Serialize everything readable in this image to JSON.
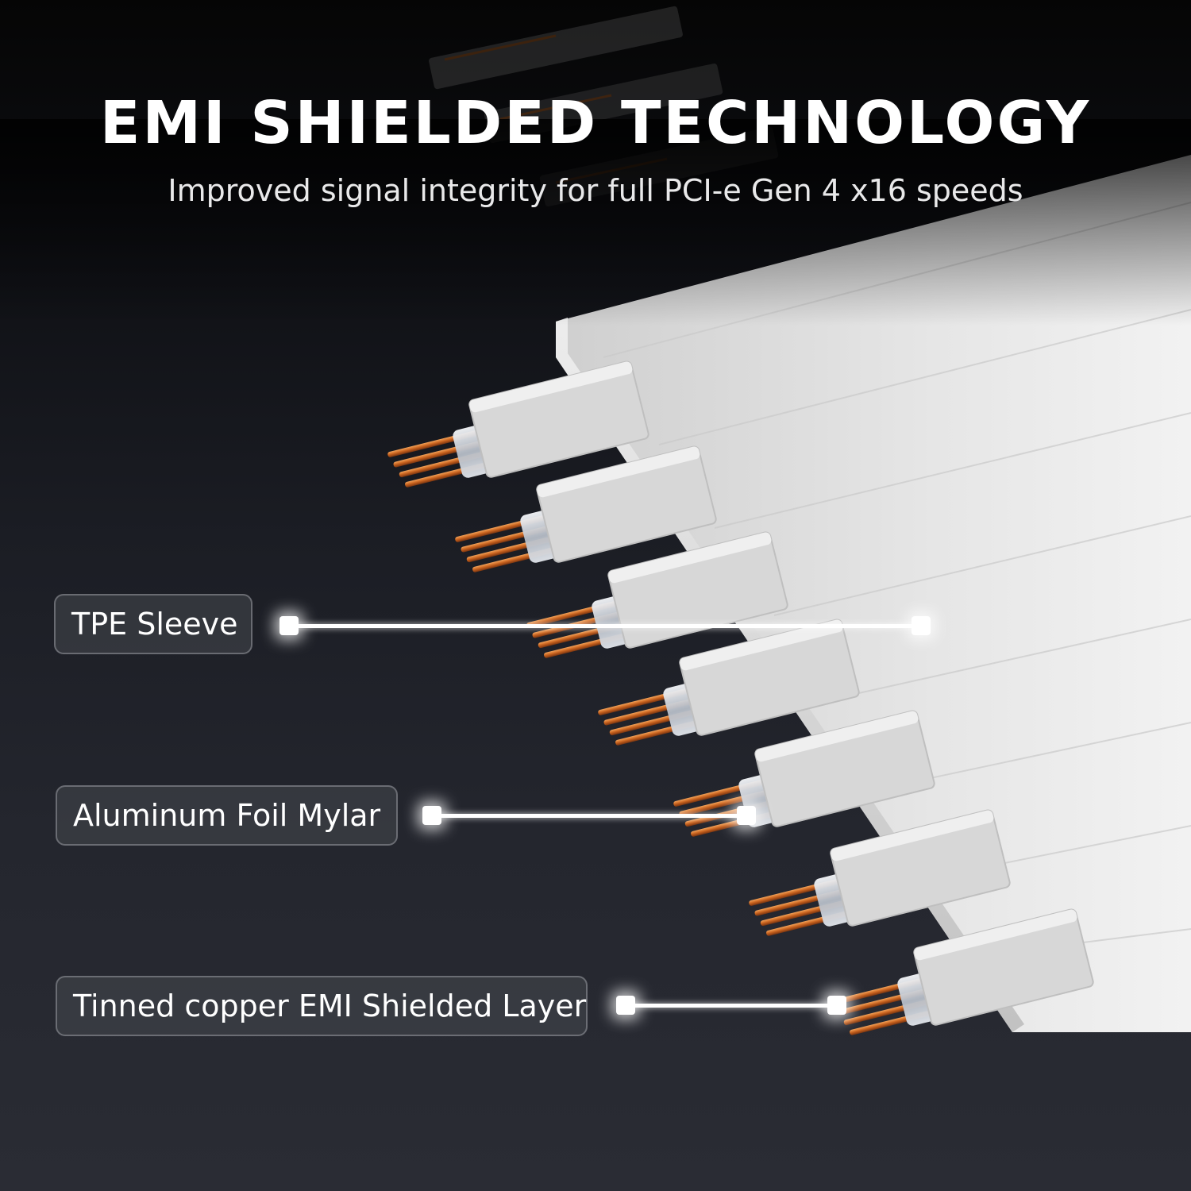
{
  "headline": "EMI SHIELDED TECHNOLOGY",
  "subheadline": "Improved signal integrity for full PCI-e Gen 4 x16 speeds",
  "callouts": [
    {
      "label": "TPE Sleeve"
    },
    {
      "label": "Aluminum Foil Mylar"
    },
    {
      "label": "Tinned copper EMI Shielded Layer"
    }
  ],
  "colors": {
    "background_top": "#050505",
    "background_bottom": "#2a2c34",
    "cable_sleeve": "#d9d9d9",
    "copper_wire": "#c8621e",
    "foil": "#c9ced6",
    "callout_text": "#ffffff"
  }
}
